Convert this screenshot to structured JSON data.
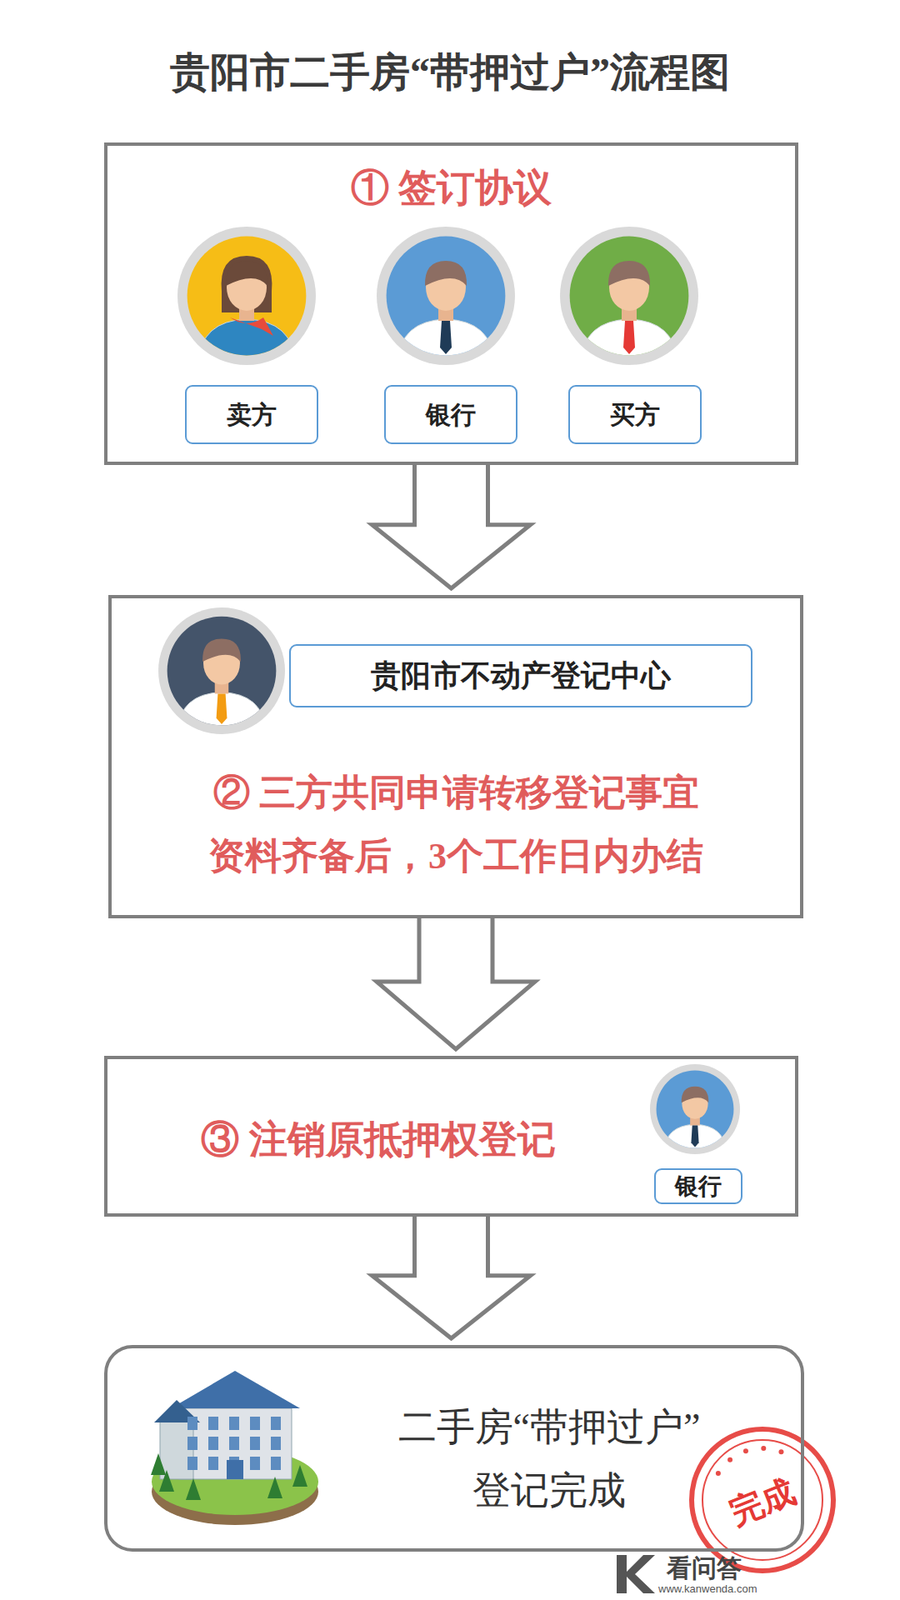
{
  "diagram": {
    "title": "贵阳市二手房“带押过户”流程图",
    "nodes": [
      {
        "text": [
          "① 签订协议"
        ]
      },
      {
        "text": [
          "卖方"
        ],
        "in": 0
      },
      {
        "text": [
          "银行"
        ],
        "in": 0
      },
      {
        "text": [
          "买方"
        ],
        "in": 0
      },
      {
        "text": [
          "② 三方共同申请转移登记事宜",
          "资料齐备后，3个工作日内办结"
        ]
      },
      {
        "text": [
          "贵阳市不动产登记中心"
        ],
        "in": 4
      },
      {
        "text": [
          "③ 注销原抵押权登记"
        ]
      },
      {
        "text": [
          "银行"
        ],
        "in": 6
      },
      {
        "text": [
          "二手房“带押过户”",
          "登记完成"
        ]
      }
    ],
    "edges": [
      {
        "from": 0,
        "to": 4,
        "arrow": "to"
      },
      {
        "from": 4,
        "to": 6,
        "arrow": "to"
      },
      {
        "from": 6,
        "to": 8,
        "arrow": "to"
      }
    ],
    "labels": [
      "完成",
      "看问答",
      "www.kanwenda.com"
    ]
  }
}
